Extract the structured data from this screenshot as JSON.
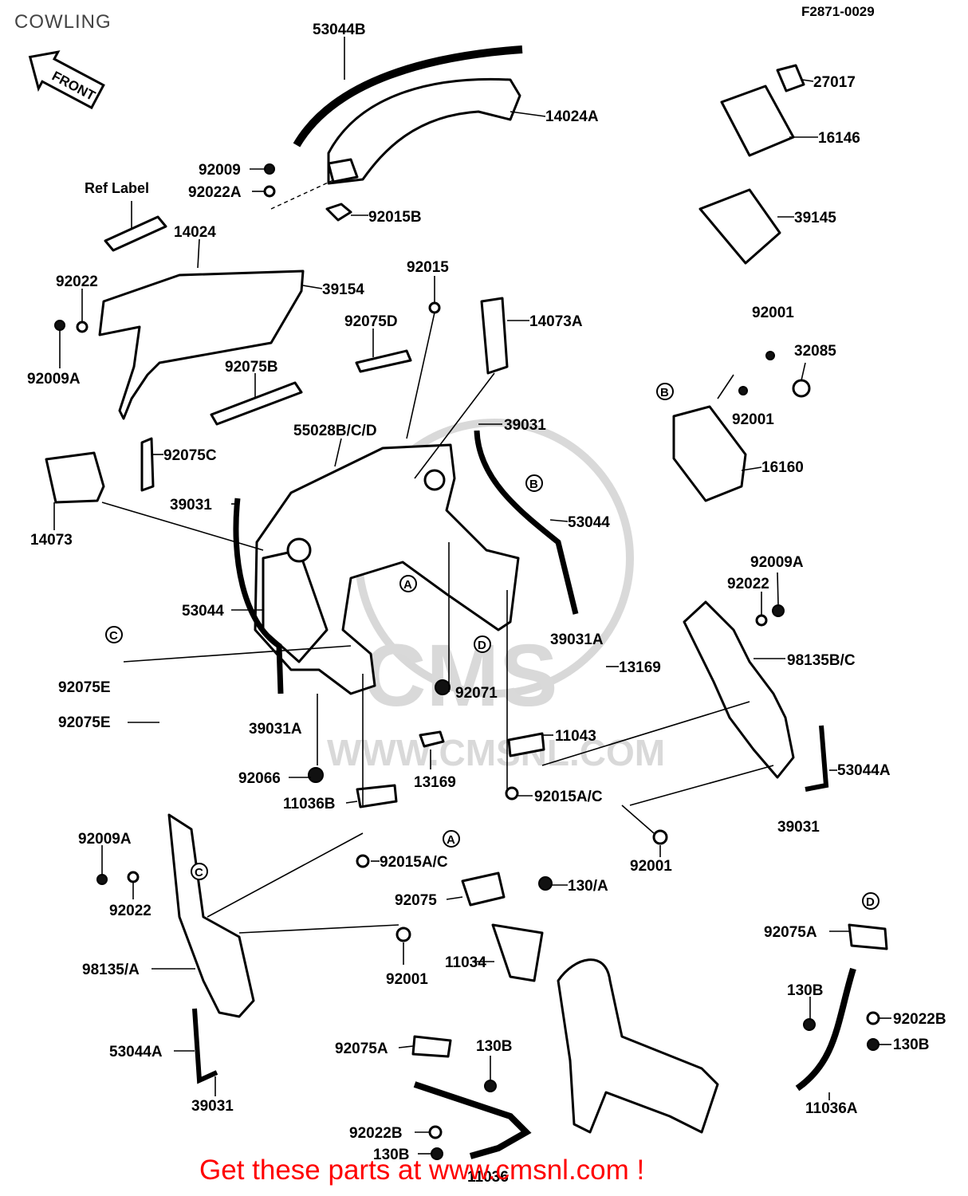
{
  "header": {
    "title": "COWLING",
    "diagram_code": "F2871-0029"
  },
  "arrow_label": "FRONT",
  "watermark": {
    "logo": "CMS",
    "url": "WWW.CMSNL.COM"
  },
  "ref_label": "Ref  Label",
  "callouts": {
    "a": "A",
    "b": "B",
    "c": "C",
    "d": "D"
  },
  "labels": {
    "p53044b": "53044B",
    "p14024a": "14024A",
    "p27017": "27017",
    "p16146": "16146",
    "p92009_top": "92009",
    "p92022a": "92022A",
    "p92015b": "92015B",
    "p39145": "39145",
    "p14024": "14024",
    "p92022_left": "92022",
    "p39154": "39154",
    "p92015": "92015",
    "p14073a": "14073A",
    "p92001_top": "92001",
    "p32085": "32085",
    "p92009a_left": "92009A",
    "p92075d": "92075D",
    "p92075b": "92075B",
    "p92001_mid": "92001",
    "p39031_center": "39031",
    "p55028bcd": "55028B/C/D",
    "p16160": "16160",
    "p92075c": "92075C",
    "p53044_right": "53044",
    "p39031_left": "39031",
    "p14073": "14073",
    "p92009a_right": "92009A",
    "p92022_right": "92022",
    "p53044_left": "53044",
    "p39031a_center": "39031A",
    "p98135bc": "98135B/C",
    "p13169_right": "13169",
    "p92075e_1": "92075E",
    "p92071": "92071",
    "p92075e_2": "92075E",
    "p39031a_left": "39031A",
    "p11043": "11043",
    "p53044a_right": "53044A",
    "p92066": "92066",
    "p13169_mid": "13169",
    "p92015ac_mid": "92015A/C",
    "p11036b": "11036B",
    "p39031_right": "39031",
    "p92009a_lower": "92009A",
    "p92001_right": "92001",
    "p92015ac_lower": "92015A/C",
    "p130a": "130/A",
    "p92022_lower": "92022",
    "p92075_mid": "92075",
    "p92075a_right": "92075A",
    "p92001_lower": "92001",
    "p11034": "11034",
    "p98135a": "98135/A",
    "p130b_right1": "130B",
    "p92022b_right": "92022B",
    "p130b_right2": "130B",
    "p92075a_left": "92075A",
    "p130b_center": "130B",
    "p53044a_left": "53044A",
    "p39031_bottom": "39031",
    "p11036a": "11036A",
    "p92022b_left": "92022B",
    "p130b_bottom": "130B",
    "p11036_bottom": "11036"
  },
  "footer": "Get these parts at www.cmsnl.com !"
}
